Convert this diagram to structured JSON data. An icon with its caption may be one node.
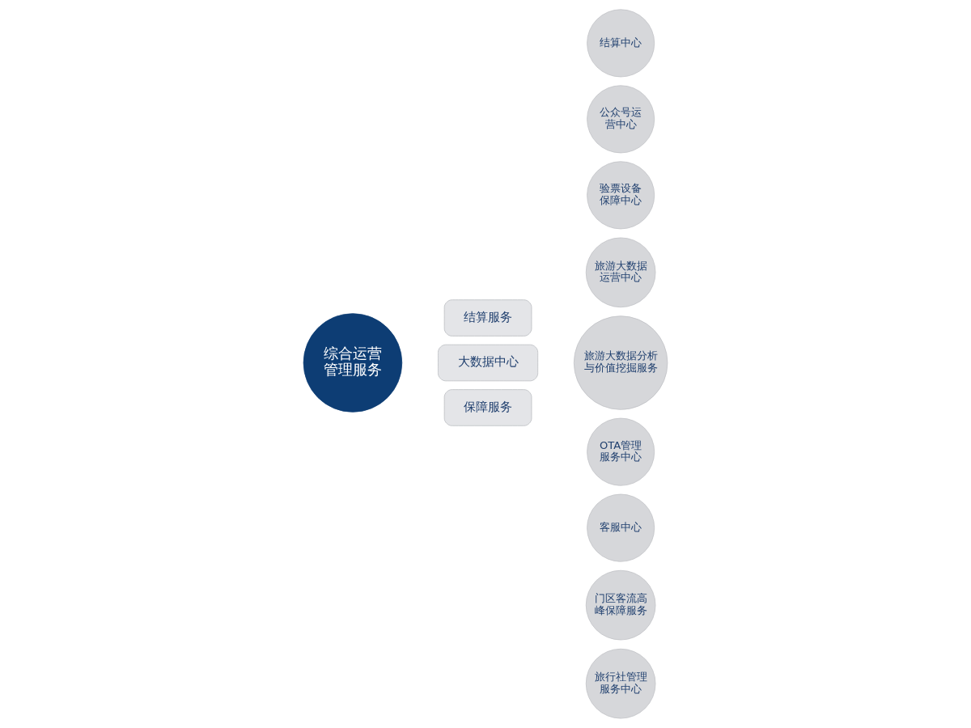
{
  "diagram": {
    "nodes": [
      {
        "text": [
          "综合运营管理服务"
        ]
      },
      {
        "text": [
          "结算服务"
        ]
      },
      {
        "text": [
          "结算中心"
        ]
      },
      {
        "text": [
          "公众号运营中心"
        ]
      },
      {
        "text": [
          "验票设备保障中心"
        ]
      },
      {
        "text": [
          "大数据中心"
        ]
      },
      {
        "text": [
          "旅游大数据运营中心"
        ]
      },
      {
        "text": [
          "旅游大数据分析与价值挖掘服务"
        ]
      },
      {
        "text": [
          "保障服务"
        ]
      },
      {
        "text": [
          "OTA管理服务中心"
        ]
      },
      {
        "text": [
          "客服中心"
        ]
      },
      {
        "text": [
          "门区客流高峰保障服务"
        ]
      },
      {
        "text": [
          "旅行社管理服务中心"
        ]
      }
    ],
    "edges": []
  }
}
